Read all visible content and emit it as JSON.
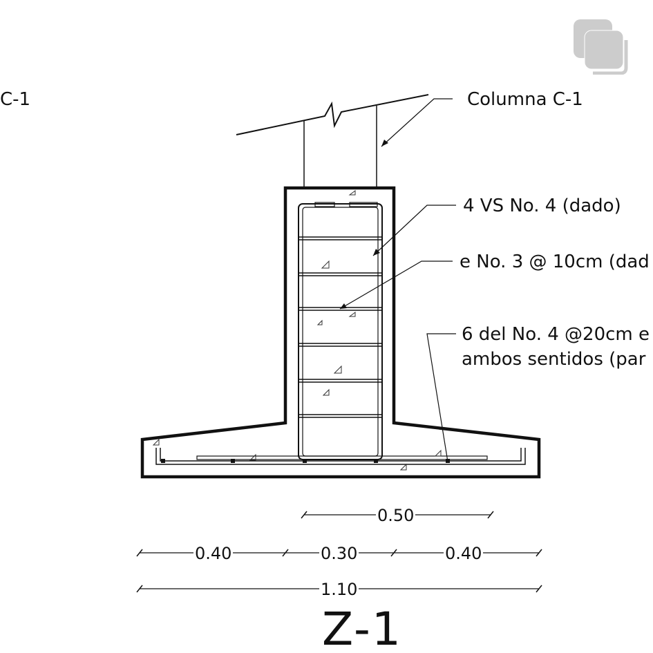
{
  "labels": {
    "left_partial": "C-1",
    "column": "Columna C-1",
    "vertical_bars": "4 VS No. 4 (dado)",
    "stirrups": "e No. 3 @ 10cm (dad",
    "bottom_bars_line1": "6 del No. 4 @20cm e",
    "bottom_bars_line2": "ambos sentidos (par"
  },
  "dimensions": {
    "pedestal_top": "0.50",
    "left": "0.40",
    "center": "0.30",
    "right": "0.40",
    "total": "1.10"
  },
  "title": "Z-1",
  "icons": {
    "copy": "copy-icon"
  },
  "colors": {
    "line": "#111111",
    "icon": "#cccccc"
  }
}
